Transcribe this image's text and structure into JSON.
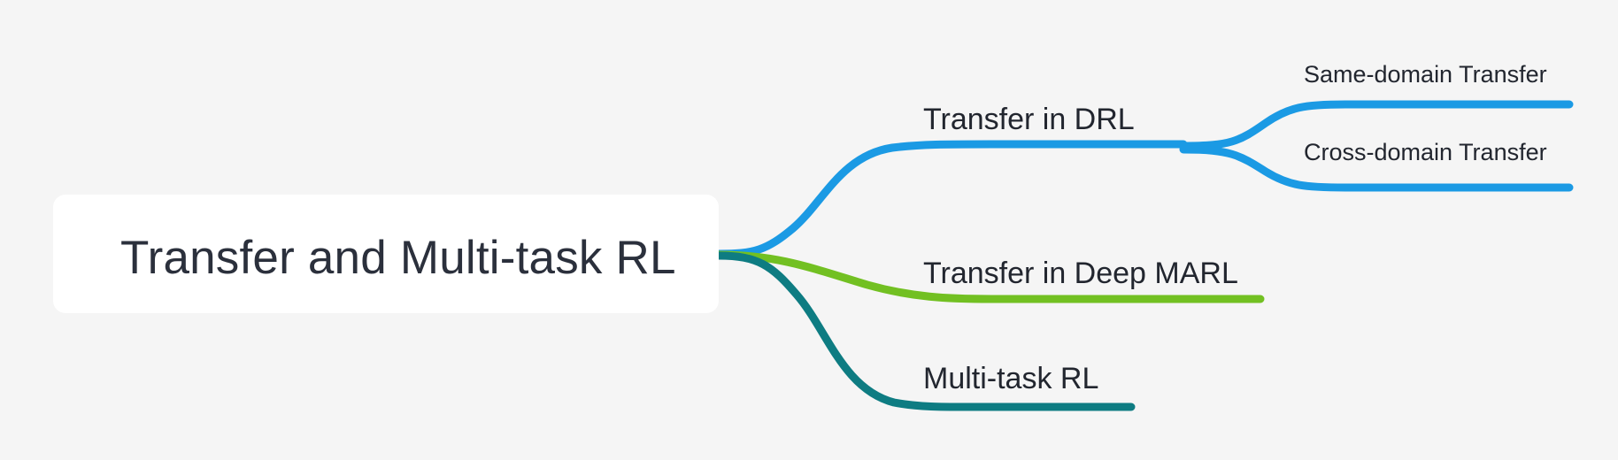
{
  "diagram": {
    "type": "mindmap",
    "background_color": "#f5f5f5",
    "root": {
      "label": "Transfer and Multi-task RL",
      "box_fill": "#ffffff",
      "text_color": "#2b303c"
    },
    "branches": [
      {
        "id": "transfer-in-drl",
        "label": "Transfer in DRL",
        "color": "#1b9ae4",
        "children": [
          {
            "id": "same-domain-transfer",
            "label": "Same-domain Transfer",
            "color": "#1b9ae4"
          },
          {
            "id": "cross-domain-transfer",
            "label": "Cross-domain Transfer",
            "color": "#1b9ae4"
          }
        ]
      },
      {
        "id": "transfer-in-deep-marl",
        "label": "Transfer in Deep MARL",
        "color": "#72c022",
        "children": []
      },
      {
        "id": "multi-task-rl",
        "label": "Multi-task RL",
        "color": "#0e7c82",
        "children": []
      }
    ]
  }
}
